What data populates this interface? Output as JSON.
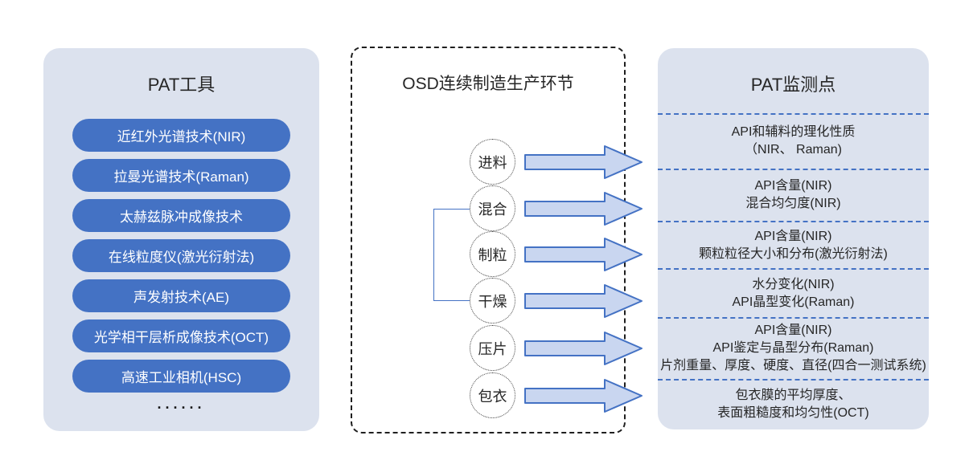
{
  "left_panel": {
    "title": "PAT工具",
    "tools": [
      "近红外光谱技术(NIR)",
      "拉曼光谱技术(Raman)",
      "太赫兹脉冲成像技术",
      "在线粒度仪(激光衍射法)",
      "声发射技术(AE)",
      "光学相干层析成像技术(OCT)",
      "高速工业相机(HSC)"
    ],
    "ellipsis": "······"
  },
  "middle_panel": {
    "title": "OSD连续制造生产环节",
    "steps": [
      "进料",
      "混合",
      "制粒",
      "干燥",
      "压片",
      "包衣"
    ]
  },
  "right_panel": {
    "title": "PAT监测点",
    "sections": [
      [
        "API和辅料的理化性质",
        "（NIR、 Raman)"
      ],
      [
        "API含量(NIR)",
        "混合均匀度(NIR)"
      ],
      [
        "API含量(NIR)",
        "颗粒粒径大小和分布(激光衍射法)"
      ],
      [
        "水分变化(NIR)",
        "API晶型变化(Raman)"
      ],
      [
        "API含量(NIR)",
        "API鉴定与晶型分布(Raman)",
        "片剂重量、厚度、硬度、直径(四合一测试系统)"
      ],
      [
        "包衣膜的平均厚度、",
        "表面粗糙度和均匀性(OCT)"
      ]
    ]
  },
  "colors": {
    "pill_blue": "#4472c4",
    "panel_bg": "#dce2ee",
    "arrow_fill": "#c9d6f0",
    "arrow_stroke": "#4472c4",
    "separator_blue": "#4472c4",
    "text_dark": "#262626"
  }
}
